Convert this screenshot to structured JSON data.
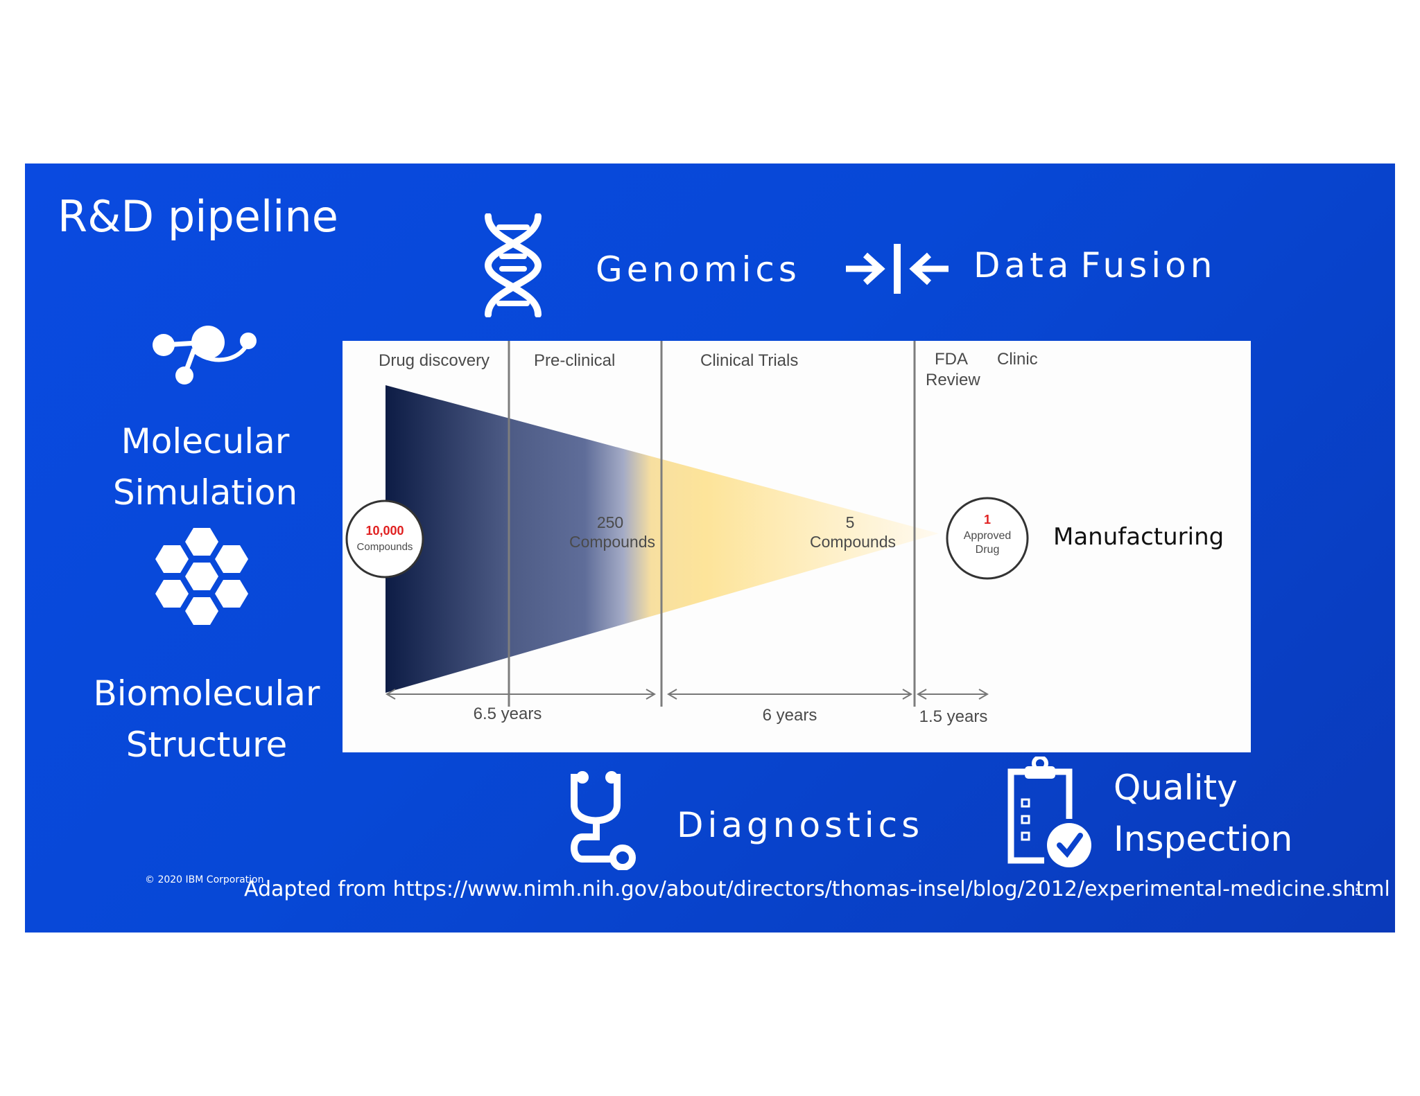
{
  "slide": {
    "title": "R&D pipeline",
    "copyright": "© 2020 IBM Corporation",
    "source": "Adapted from https://www.nimh.nih.gov/about/directors/thomas-insel/blog/2012/experimental-medicine.shtml",
    "page_number": "5"
  },
  "labels": {
    "genomics": "Genomics",
    "data_fusion_1": "Data",
    "data_fusion_2": "Fusion",
    "molecular_1": "Molecular",
    "molecular_2": "Simulation",
    "biomolecular_1": "Biomolecular",
    "biomolecular_2": "Structure",
    "diagnostics": "Diagnostics",
    "quality_1": "Quality",
    "quality_2": "Inspection",
    "manufacturing": "Manufacturing"
  },
  "icons": [
    "dna-icon",
    "data-fusion-icon",
    "molecule-icon",
    "hexagon-cluster-icon",
    "stethoscope-icon",
    "clipboard-check-icon"
  ],
  "diagram": {
    "phases": [
      "Drug discovery",
      "Pre-clinical",
      "Clinical Trials",
      "FDA",
      "Review",
      "Clinic"
    ],
    "start_count": "10,000",
    "start_unit": "Compounds",
    "mid_count": "250",
    "mid_unit": "Compounds",
    "late_count": "5",
    "late_unit": "Compounds",
    "end_count": "1",
    "end_unit_1": "Approved",
    "end_unit_2": "Drug",
    "durations": [
      "6.5 years",
      "6 years",
      "1.5 years"
    ]
  },
  "colors": {
    "slide_blue": "#0748d6",
    "funnel_dark": "#0d1c45",
    "funnel_yellow": "#fde49a",
    "highlight_red": "#e02020"
  }
}
